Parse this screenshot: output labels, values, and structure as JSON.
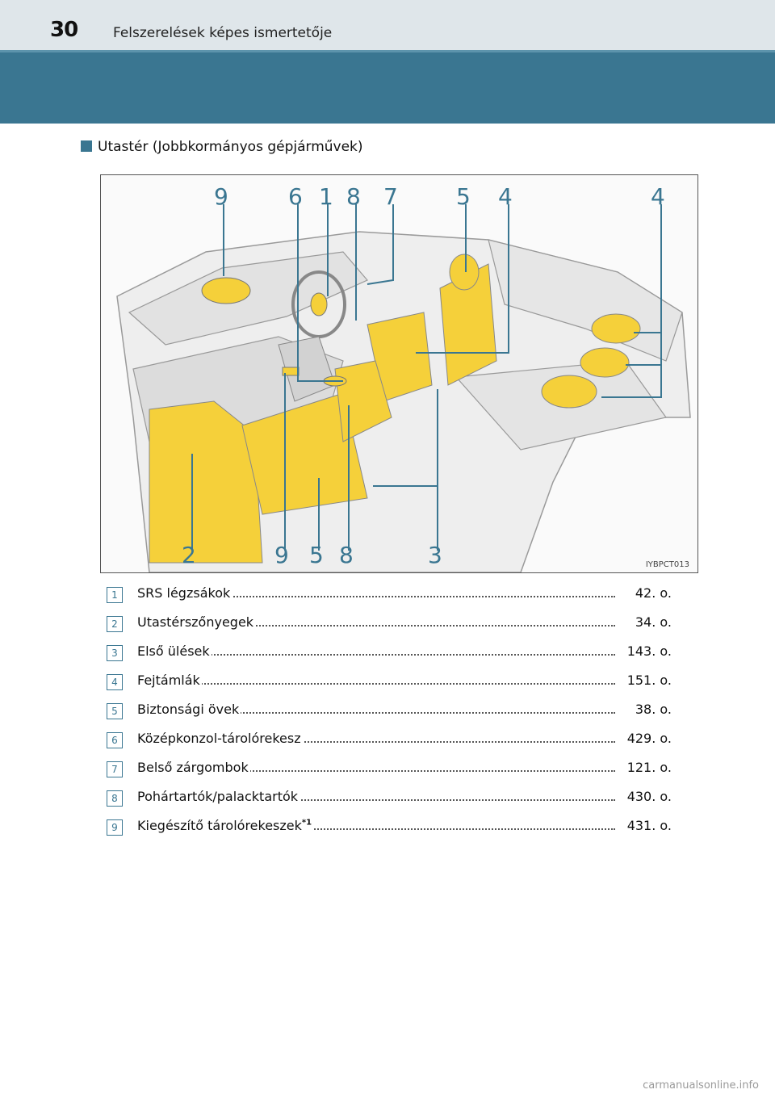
{
  "header": {
    "page_number": "30",
    "title": "Felszerelések képes ismertetője"
  },
  "section": {
    "title": "Utastér (Jobbkormányos gépjárművek)"
  },
  "figure": {
    "id": "IYBPCT013",
    "top_callouts": [
      "9",
      "6",
      "1",
      "8",
      "7",
      "5",
      "4",
      "4"
    ],
    "bottom_callouts": [
      "2",
      "9",
      "5",
      "8",
      "3"
    ],
    "accent_color": "#3a7691",
    "highlight_color": "#f5d03a"
  },
  "items": [
    {
      "num": "1",
      "label": "SRS légzsákok",
      "page": "42. o."
    },
    {
      "num": "2",
      "label": "Utastérszőnyegek",
      "page": "34. o."
    },
    {
      "num": "3",
      "label": "Első ülések",
      "page": "143. o."
    },
    {
      "num": "4",
      "label": "Fejtámlák",
      "page": "151. o."
    },
    {
      "num": "5",
      "label": "Biztonsági övek",
      "page": "38. o."
    },
    {
      "num": "6",
      "label": "Középkonzol-tárolórekesz",
      "page": "429. o."
    },
    {
      "num": "7",
      "label": "Belső zárgombok",
      "page": "121. o."
    },
    {
      "num": "8",
      "label": "Pohártartók/palacktartók",
      "page": "430. o."
    },
    {
      "num": "9",
      "label": "Kiegészítő tárolórekeszek",
      "footnote": "*1",
      "page": "431. o."
    }
  ],
  "watermark": "carmanualsonline.info"
}
